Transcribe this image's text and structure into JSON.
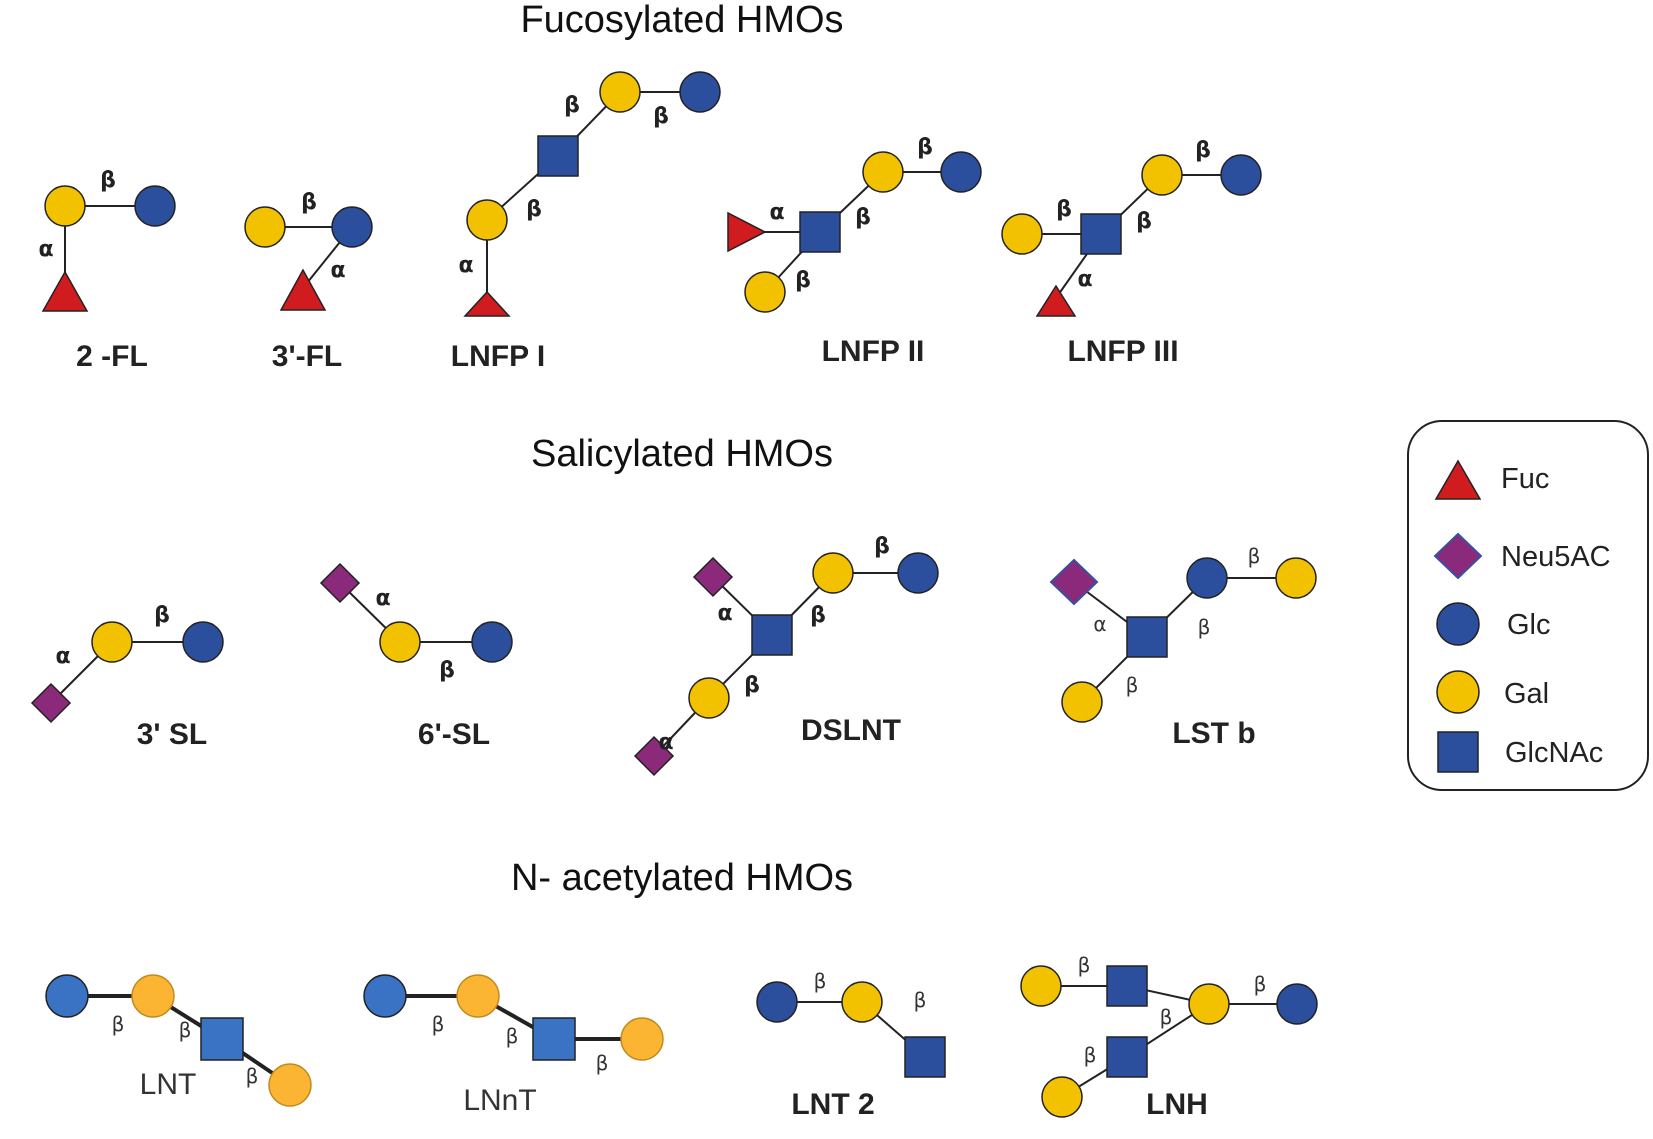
{
  "sections": {
    "fucosylated": "Fucosylated HMOs",
    "sialylated": "Salicylated HMOs",
    "acetylated": "N- acetylated HMOs"
  },
  "structures": {
    "fl2": "2 -FL",
    "fl3": "3'-FL",
    "lnfp1": "LNFP I",
    "lnfp2": "LNFP II",
    "lnfp3": "LNFP III",
    "sl3": "3' SL",
    "sl6": "6'-SL",
    "dslnt": "DSLNT",
    "lstb": "LST b",
    "lnt": "LNT",
    "lnnt": "LNnT",
    "lnt2": "LNT 2",
    "lnh": "LNH"
  },
  "linkage": {
    "alpha": "α",
    "beta": "β"
  },
  "legend": {
    "fuc": "Fuc",
    "neu5ac": "Neu5AC",
    "glc": "Glc",
    "gal": "Gal",
    "glcnac": "GlcNAc"
  },
  "colors": {
    "glc": "#2b4f9c",
    "gal": "#f2c200",
    "gal_light": "#fbb532",
    "glc_light": "#3a72c4",
    "fuc": "#d01c1f",
    "neu5ac": "#8b2a7a",
    "glcnac": "#2b4f9c"
  }
}
